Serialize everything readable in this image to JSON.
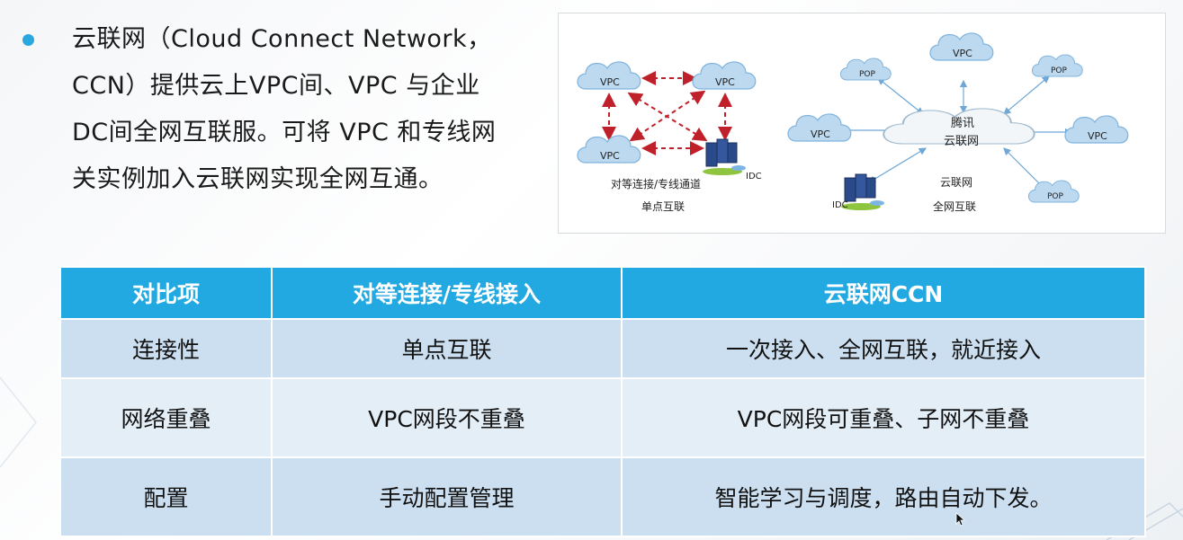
{
  "intro_lines": [
    "云联网（Cloud Connect Network，",
    "CCN）提供云上VPC间、VPC 与企业",
    "DC间全网互联服。可将 VPC 和专线网",
    "关实例加入云联网实现全网互通。"
  ],
  "diagram": {
    "left": {
      "vpc_labels": [
        "VPC",
        "VPC",
        "VPC"
      ],
      "idc_label": "IDC",
      "caption_line1": "对等连接/专线通道",
      "caption_line2": "单点互联"
    },
    "right": {
      "hub_line1": "腾讯",
      "hub_line2": "云联网",
      "vpc_labels": [
        "VPC",
        "VPC",
        "VPC"
      ],
      "pop_labels": [
        "POP",
        "POP",
        "POP"
      ],
      "idc_label": "IDC",
      "caption_line1": "云联网",
      "caption_line2": "全网互联"
    },
    "colors": {
      "cloud": "#bcd9f0",
      "cloud_stroke": "#7fb3dd",
      "dash_red": "#c0202a",
      "arrow_blue": "#6fa8d6"
    }
  },
  "table": {
    "headers": [
      "对比项",
      "对等连接/专线接入",
      "云联网CCN"
    ],
    "rows": [
      [
        "连接性",
        "单点互联",
        "一次接入、全网互联，就近接入"
      ],
      [
        "网络重叠",
        "VPC网段不重叠",
        "VPC网段可重叠、子网不重叠"
      ],
      [
        "配置",
        "手动配置管理",
        "智能学习与调度，路由自动下发。"
      ]
    ],
    "colors": {
      "header_bg": "#23a9e1",
      "row_dark": "#ccdff0",
      "row_light": "#e4eef7"
    }
  },
  "accent_color": "#29a8e0"
}
